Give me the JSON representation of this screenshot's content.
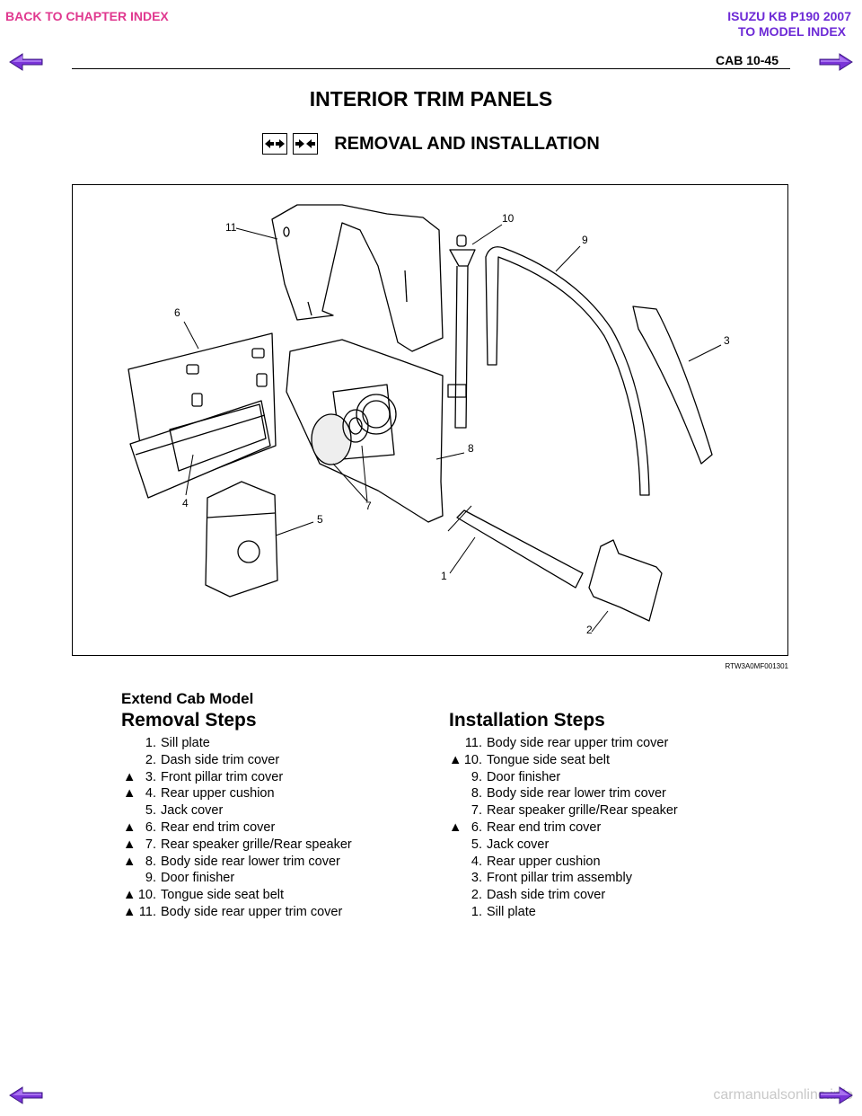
{
  "header": {
    "back_link": "BACK TO CHAPTER INDEX",
    "model_line1": "ISUZU KB P190 2007",
    "model_line2": "TO MODEL INDEX",
    "page_ref": "CAB  10-45"
  },
  "page": {
    "title": "INTERIOR TRIM PANELS",
    "subtitle": "REMOVAL AND INSTALLATION"
  },
  "figure": {
    "code": "RTW3A0MF001301",
    "callouts": [
      "1",
      "2",
      "3",
      "4",
      "5",
      "6",
      "7",
      "8",
      "9",
      "10",
      "11"
    ]
  },
  "model_label": "Extend Cab Model",
  "removal": {
    "heading": "Removal Steps",
    "steps": [
      {
        "mark": "",
        "num": "1.",
        "text": "Sill plate"
      },
      {
        "mark": "",
        "num": "2.",
        "text": "Dash side trim cover"
      },
      {
        "mark": "▲",
        "num": "3.",
        "text": "Front pillar trim cover"
      },
      {
        "mark": "▲",
        "num": "4.",
        "text": "Rear upper cushion"
      },
      {
        "mark": "",
        "num": "5.",
        "text": "Jack cover"
      },
      {
        "mark": "▲",
        "num": "6.",
        "text": "Rear end trim cover"
      },
      {
        "mark": "▲",
        "num": "7.",
        "text": "Rear speaker grille/Rear speaker"
      },
      {
        "mark": "▲",
        "num": "8.",
        "text": "Body side rear lower trim cover"
      },
      {
        "mark": "",
        "num": "9.",
        "text": "Door finisher"
      },
      {
        "mark": "▲",
        "num": "10.",
        "text": "Tongue side seat belt"
      },
      {
        "mark": "▲",
        "num": "11.",
        "text": "Body side rear upper trim cover"
      }
    ]
  },
  "installation": {
    "heading": "Installation Steps",
    "steps": [
      {
        "mark": "",
        "num": "11.",
        "text": "Body side rear upper trim cover"
      },
      {
        "mark": "▲",
        "num": "10.",
        "text": "Tongue side seat belt"
      },
      {
        "mark": "",
        "num": "9.",
        "text": "Door finisher"
      },
      {
        "mark": "",
        "num": "8.",
        "text": "Body side rear lower trim cover"
      },
      {
        "mark": "",
        "num": "7.",
        "text": "Rear speaker grille/Rear speaker"
      },
      {
        "mark": "▲",
        "num": "6.",
        "text": "Rear end trim cover"
      },
      {
        "mark": "",
        "num": "5.",
        "text": "Jack cover"
      },
      {
        "mark": "",
        "num": "4.",
        "text": "Rear upper cushion"
      },
      {
        "mark": "",
        "num": "3.",
        "text": "Front pillar trim assembly"
      },
      {
        "mark": "",
        "num": "2.",
        "text": "Dash side trim cover"
      },
      {
        "mark": "",
        "num": "1.",
        "text": "Sill plate"
      }
    ]
  },
  "footer": {
    "watermark": "carmanualsonline.info"
  },
  "colors": {
    "back_link": "#e0388f",
    "model_link": "#6d2ad6",
    "nav_arrow": "#7a34d8"
  },
  "icons": [
    "prev-page-arrow-icon",
    "next-page-arrow-icon",
    "removal-arrows-icon",
    "installation-arrows-icon"
  ]
}
